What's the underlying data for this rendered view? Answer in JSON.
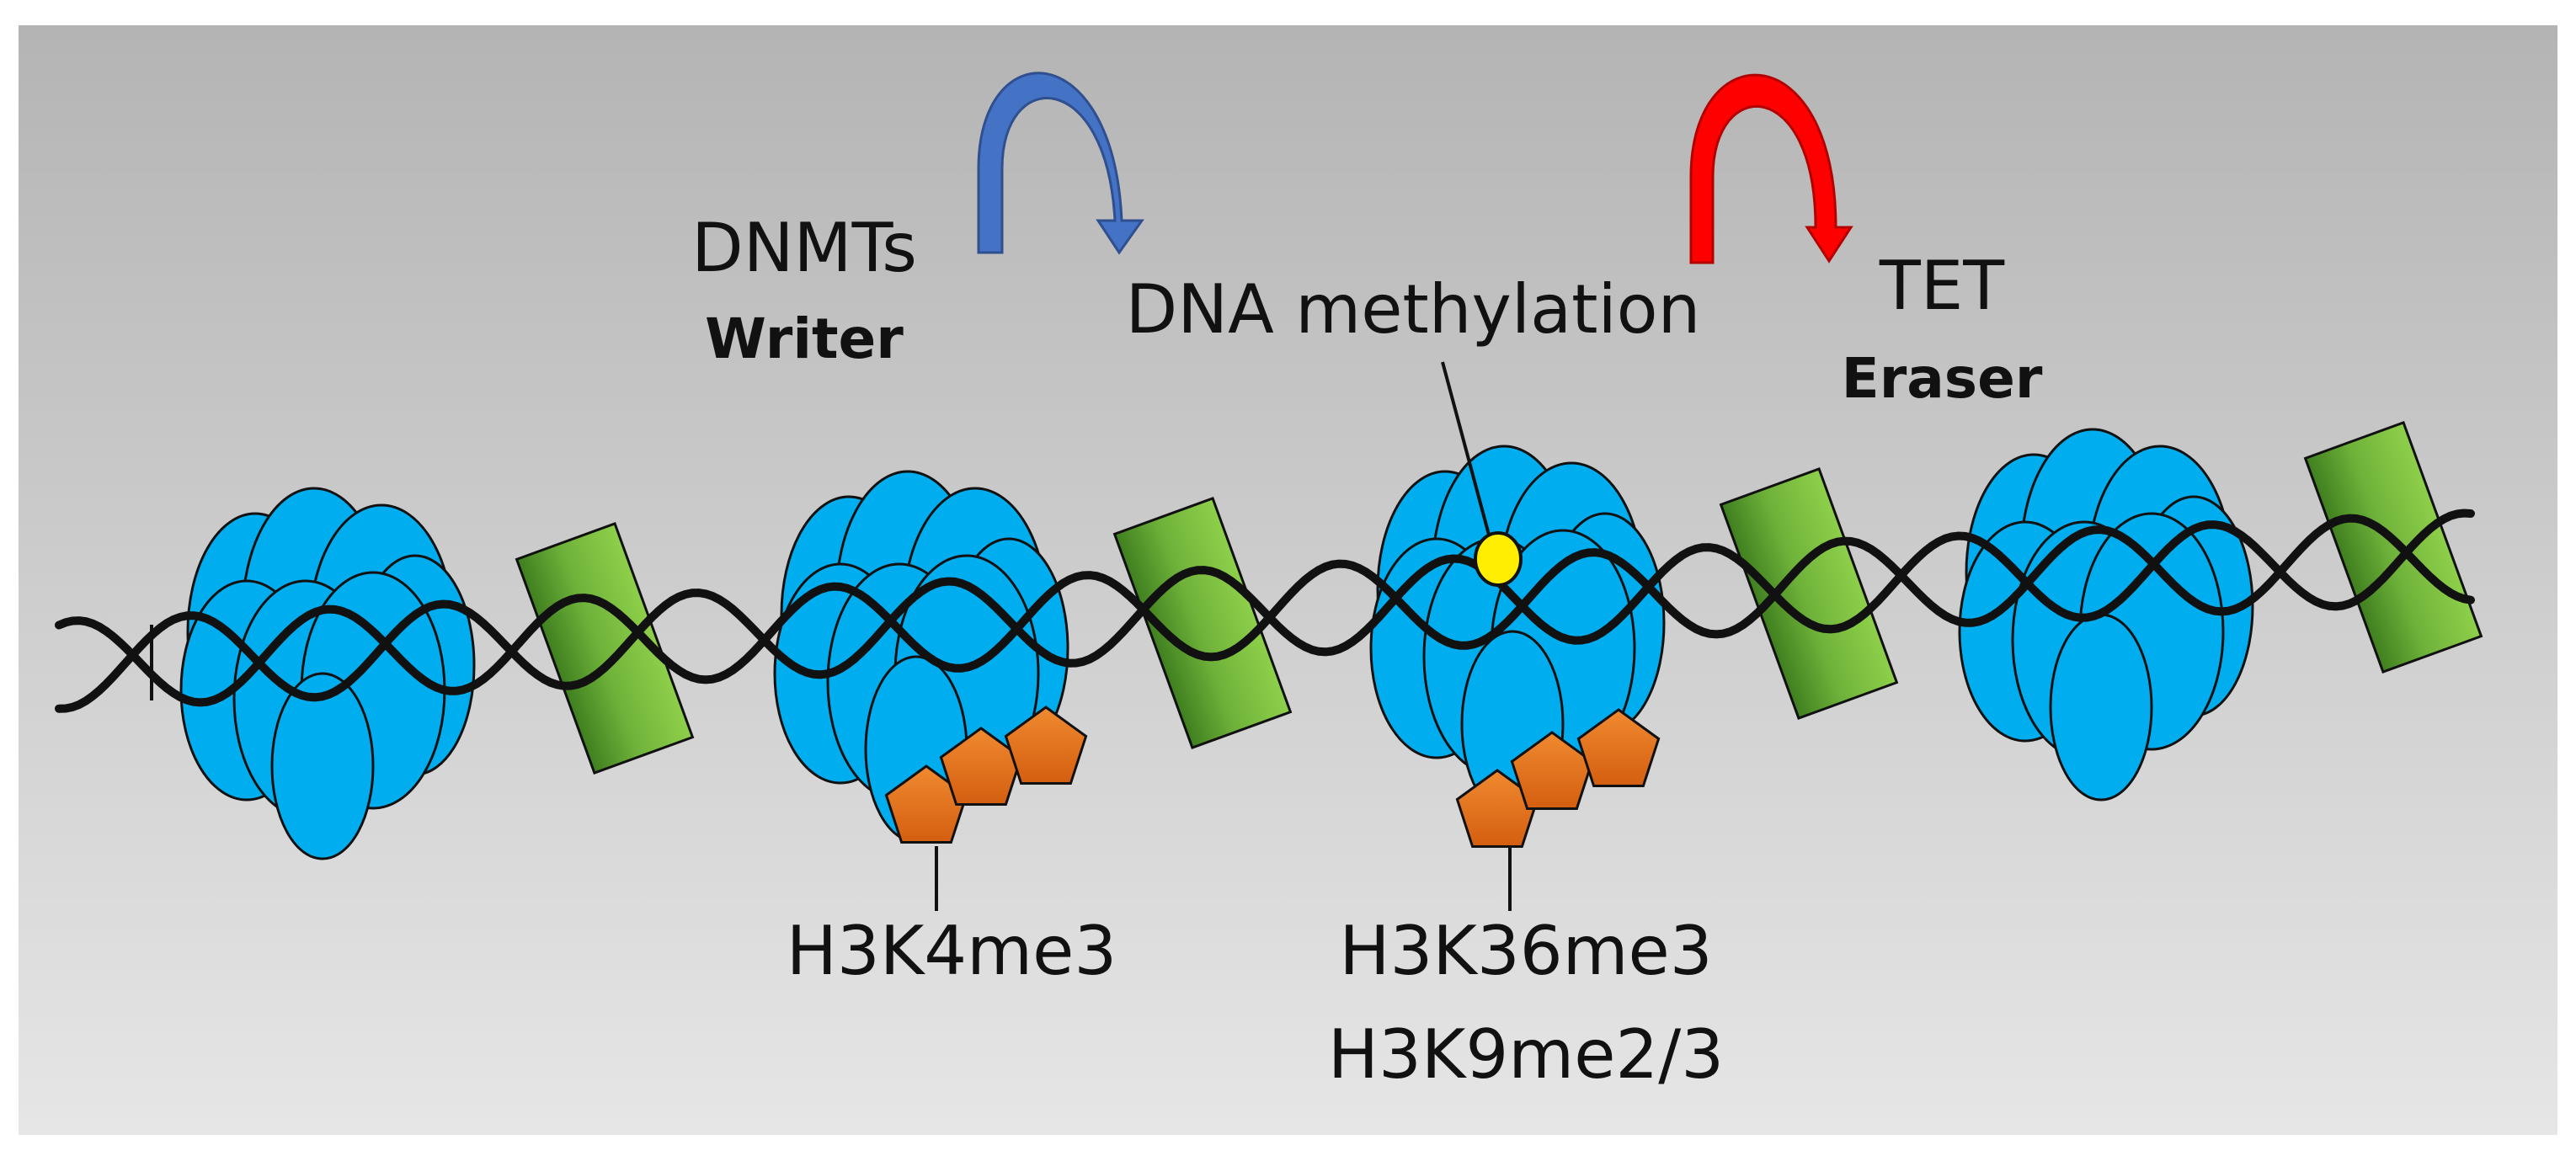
{
  "labels": {
    "writer_enzyme": "DNMTs",
    "writer_role": "Writer",
    "mark": "DNA methylation",
    "eraser_enzyme": "TET",
    "eraser_role": "Eraser",
    "histone_mark_1": "H3K4me3",
    "histone_mark_2": "H3K36me3",
    "histone_mark_3": "H3K9me2/3"
  },
  "colors": {
    "background_top": "#b4b4b4",
    "background_bottom": "#e6e6e6",
    "histone_core": "#00aeef",
    "linker_block_light": "#8ed04a",
    "linker_block_dark": "#3f7f1f",
    "dna_strand": "#111111",
    "methyl_group": "#ffee00",
    "histone_modification": "#e8721c",
    "writer_arrow": "#4472c4",
    "eraser_arrow": "#ff0000"
  },
  "icons": {
    "nucleosome": "nucleosome-icon",
    "linker": "linker-block-icon",
    "methyl": "methyl-group-icon",
    "modification": "histone-modification-icon"
  }
}
